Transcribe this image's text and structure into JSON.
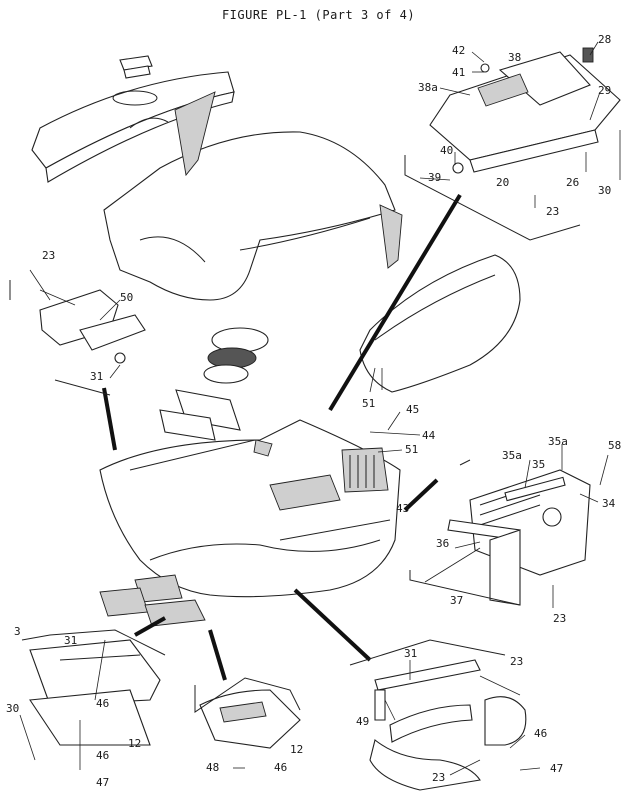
{
  "title": "FIGURE PL-1 (Part 3 of 4)",
  "callouts": {
    "c28": "28",
    "c42": "42",
    "c38": "38",
    "c41": "41",
    "c38a": "38a",
    "c29": "29",
    "c40": "40",
    "c39": "39",
    "c20": "20",
    "c26": "26",
    "c30a": "30",
    "c23a": "23",
    "c23b": "23",
    "c50": "50",
    "c31a": "31",
    "c51a": "51",
    "c45": "45",
    "c44": "44",
    "c51b": "51",
    "c43": "43",
    "c35a1": "35a",
    "c35a2": "35a",
    "c35": "35",
    "c58": "58",
    "c34": "34",
    "c36": "36",
    "c37": "37",
    "c23c": "23",
    "c3": "3",
    "c31b": "31",
    "c46a": "46",
    "c30b": "30",
    "c12a": "12",
    "c46b": "46",
    "c47a": "47",
    "c12b": "12",
    "c48": "48",
    "c46c": "46",
    "c31c": "31",
    "c23d": "23",
    "c49": "49",
    "c46d": "46",
    "c47b": "47",
    "c23e": "23"
  }
}
